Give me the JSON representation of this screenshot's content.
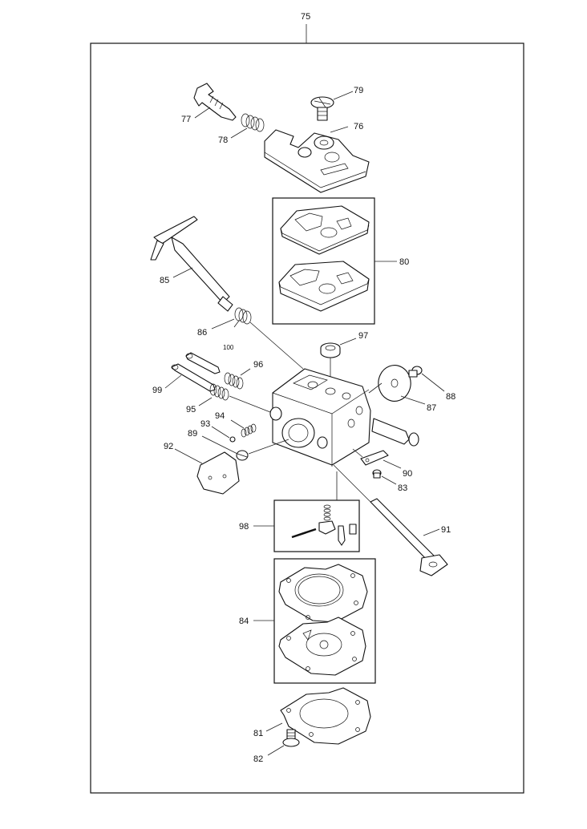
{
  "labels": {
    "p75": "75",
    "p76": "76",
    "p77": "77",
    "p78": "78",
    "p79": "79",
    "p80": "80",
    "p81": "81",
    "p82": "82",
    "p83": "83",
    "p84": "84",
    "p85": "85",
    "p86": "86",
    "p87": "87",
    "p88": "88",
    "p89": "89",
    "p90": "90",
    "p91": "91",
    "p92": "92",
    "p93": "93",
    "p94": "94",
    "p95": "95",
    "p96": "96",
    "p97": "97",
    "p98": "98",
    "p99": "99",
    "p100": "100"
  }
}
